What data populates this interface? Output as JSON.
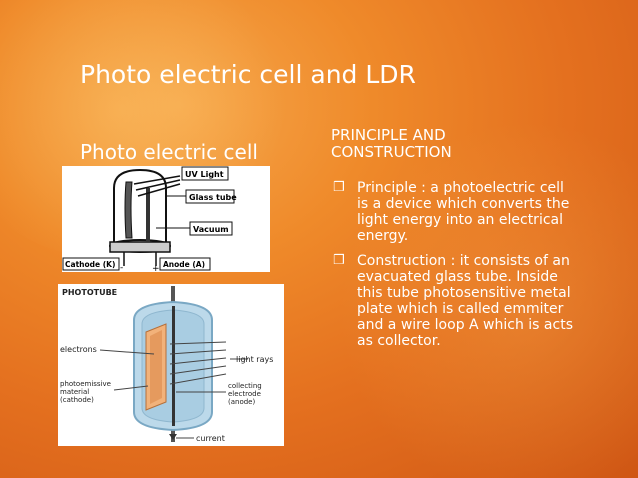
{
  "slide": {
    "title": "Photo electric cell and LDR",
    "subheading": "Photo electric cell",
    "section_heading_line1": "PRINCIPLE AND",
    "section_heading_line2": "CONSTRUCTION",
    "bullets": [
      "Principle : a photoelectric cell is a device which converts the light energy into an electrical energy.",
      "Construction : it consists of an evacuated glass tube. Inside this tube photosensitive metal plate which is called emmiter and a wire loop A which is acts as collector."
    ]
  },
  "figure_cell": {
    "label_uv": "UV Light",
    "label_glass": "Glass tube",
    "label_vacuum": "Vacuum",
    "label_cathode": "Cathode (K)",
    "label_anode": "Anode (A)",
    "label_minus": "-",
    "label_plus": "+"
  },
  "figure_phototube": {
    "title": "PHOTOTUBE",
    "label_electrons": "electrons",
    "label_emissive_1": "photoemissive",
    "label_emissive_2": "material",
    "label_emissive_3": "(cathode)",
    "label_light": "light rays",
    "label_collect_1": "collecting",
    "label_collect_2": "electrode",
    "label_collect_3": "(anode)",
    "label_current": "current"
  },
  "colors": {
    "background": "#e4701f",
    "text": "#ffffff"
  }
}
